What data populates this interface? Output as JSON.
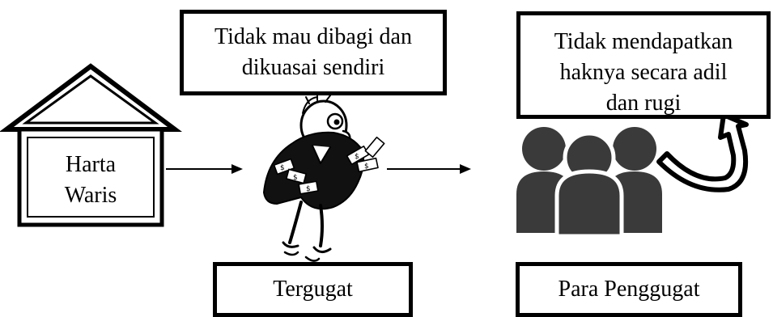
{
  "house": {
    "label": "Harta\nWaris",
    "icon": "house-icon"
  },
  "boxes": {
    "top_center": "Tidak mau dibagi dan\ndikuasai sendiri",
    "top_right": "Tidak mendapatkan\nhaknya secara adil\ndan rugi",
    "bottom_center": "Tergugat",
    "bottom_right": "Para Penggugat"
  },
  "figures": {
    "defendant": "greedy-man-with-money-icon",
    "plaintiffs": "group-of-people-icon",
    "curved_arrow": "curved-arrow-icon"
  }
}
